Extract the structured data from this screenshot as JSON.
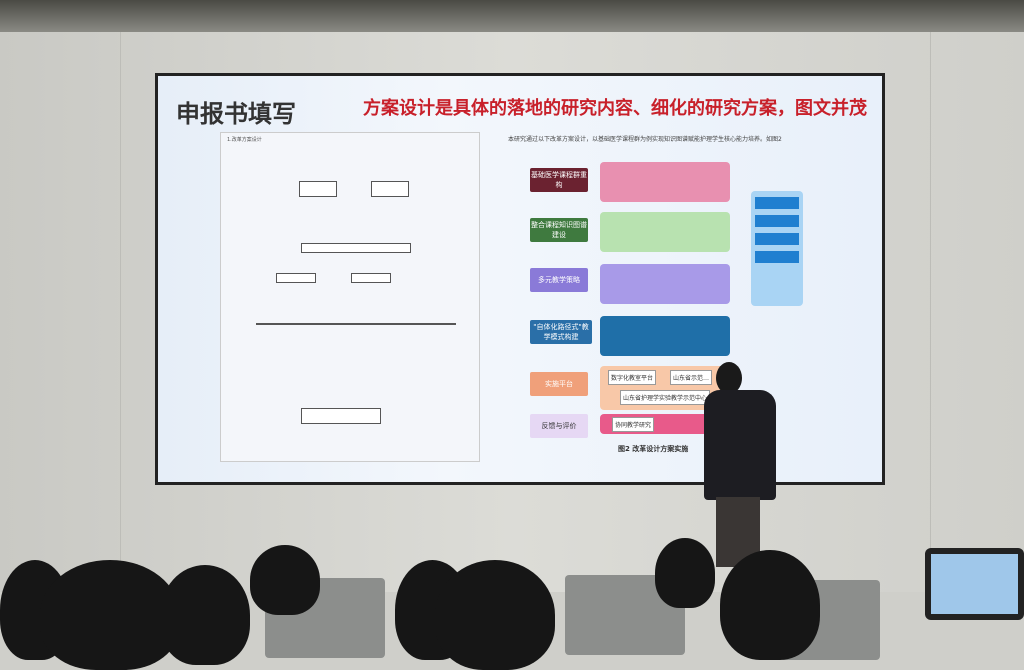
{
  "slide": {
    "title": "申报书填写",
    "subtitle": "方案设计是具体的落地的研究内容、细化的研究方案，图文并茂",
    "left_doc_caption": "1.改革方案设计",
    "right_intro": "本研究通过以下改革方案设计，以基础医学课程群为例实现知识图谱赋能护理学生核心能力培养。如图2",
    "stages": [
      "基础医学课程群重构",
      "整合课程知识图谱建设",
      "多元教学策略",
      "\"自体化路径式\"教学模式构建",
      "实施平台",
      "反馈与评价"
    ],
    "platform_items": [
      "数字化教室平台",
      "山东省示范…",
      "山东省护理学实验教学示范中心"
    ],
    "feedback_items": [
      "协同教学研究"
    ],
    "figure_caption": "图2 改革设计方案实施"
  },
  "colors": {
    "slide_title": "#333333",
    "subtitle": "#c8202a"
  }
}
